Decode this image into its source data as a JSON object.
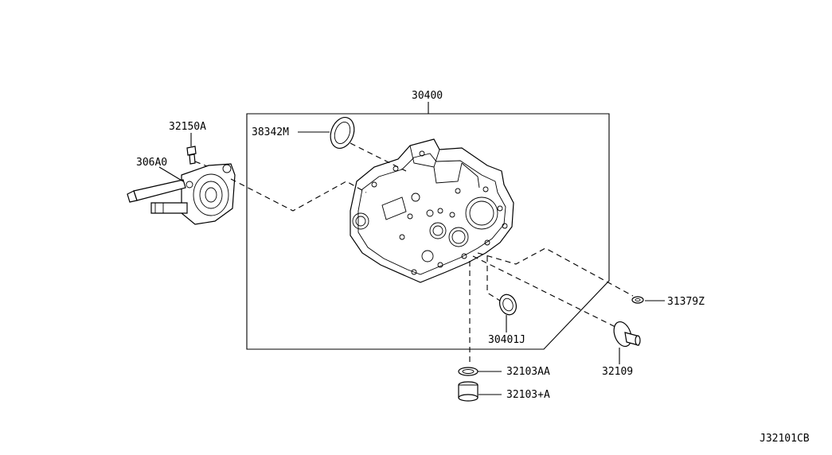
{
  "diagram": {
    "callouts": {
      "p30400": "30400",
      "p38342M": "38342M",
      "p32150A": "32150A",
      "p306A0": "306A0",
      "p31379Z": "31379Z",
      "p30401J": "30401J",
      "p32109": "32109",
      "p32103AA": "32103AA",
      "p32103A": "32103+A"
    },
    "drawing_code": "J32101CB"
  }
}
